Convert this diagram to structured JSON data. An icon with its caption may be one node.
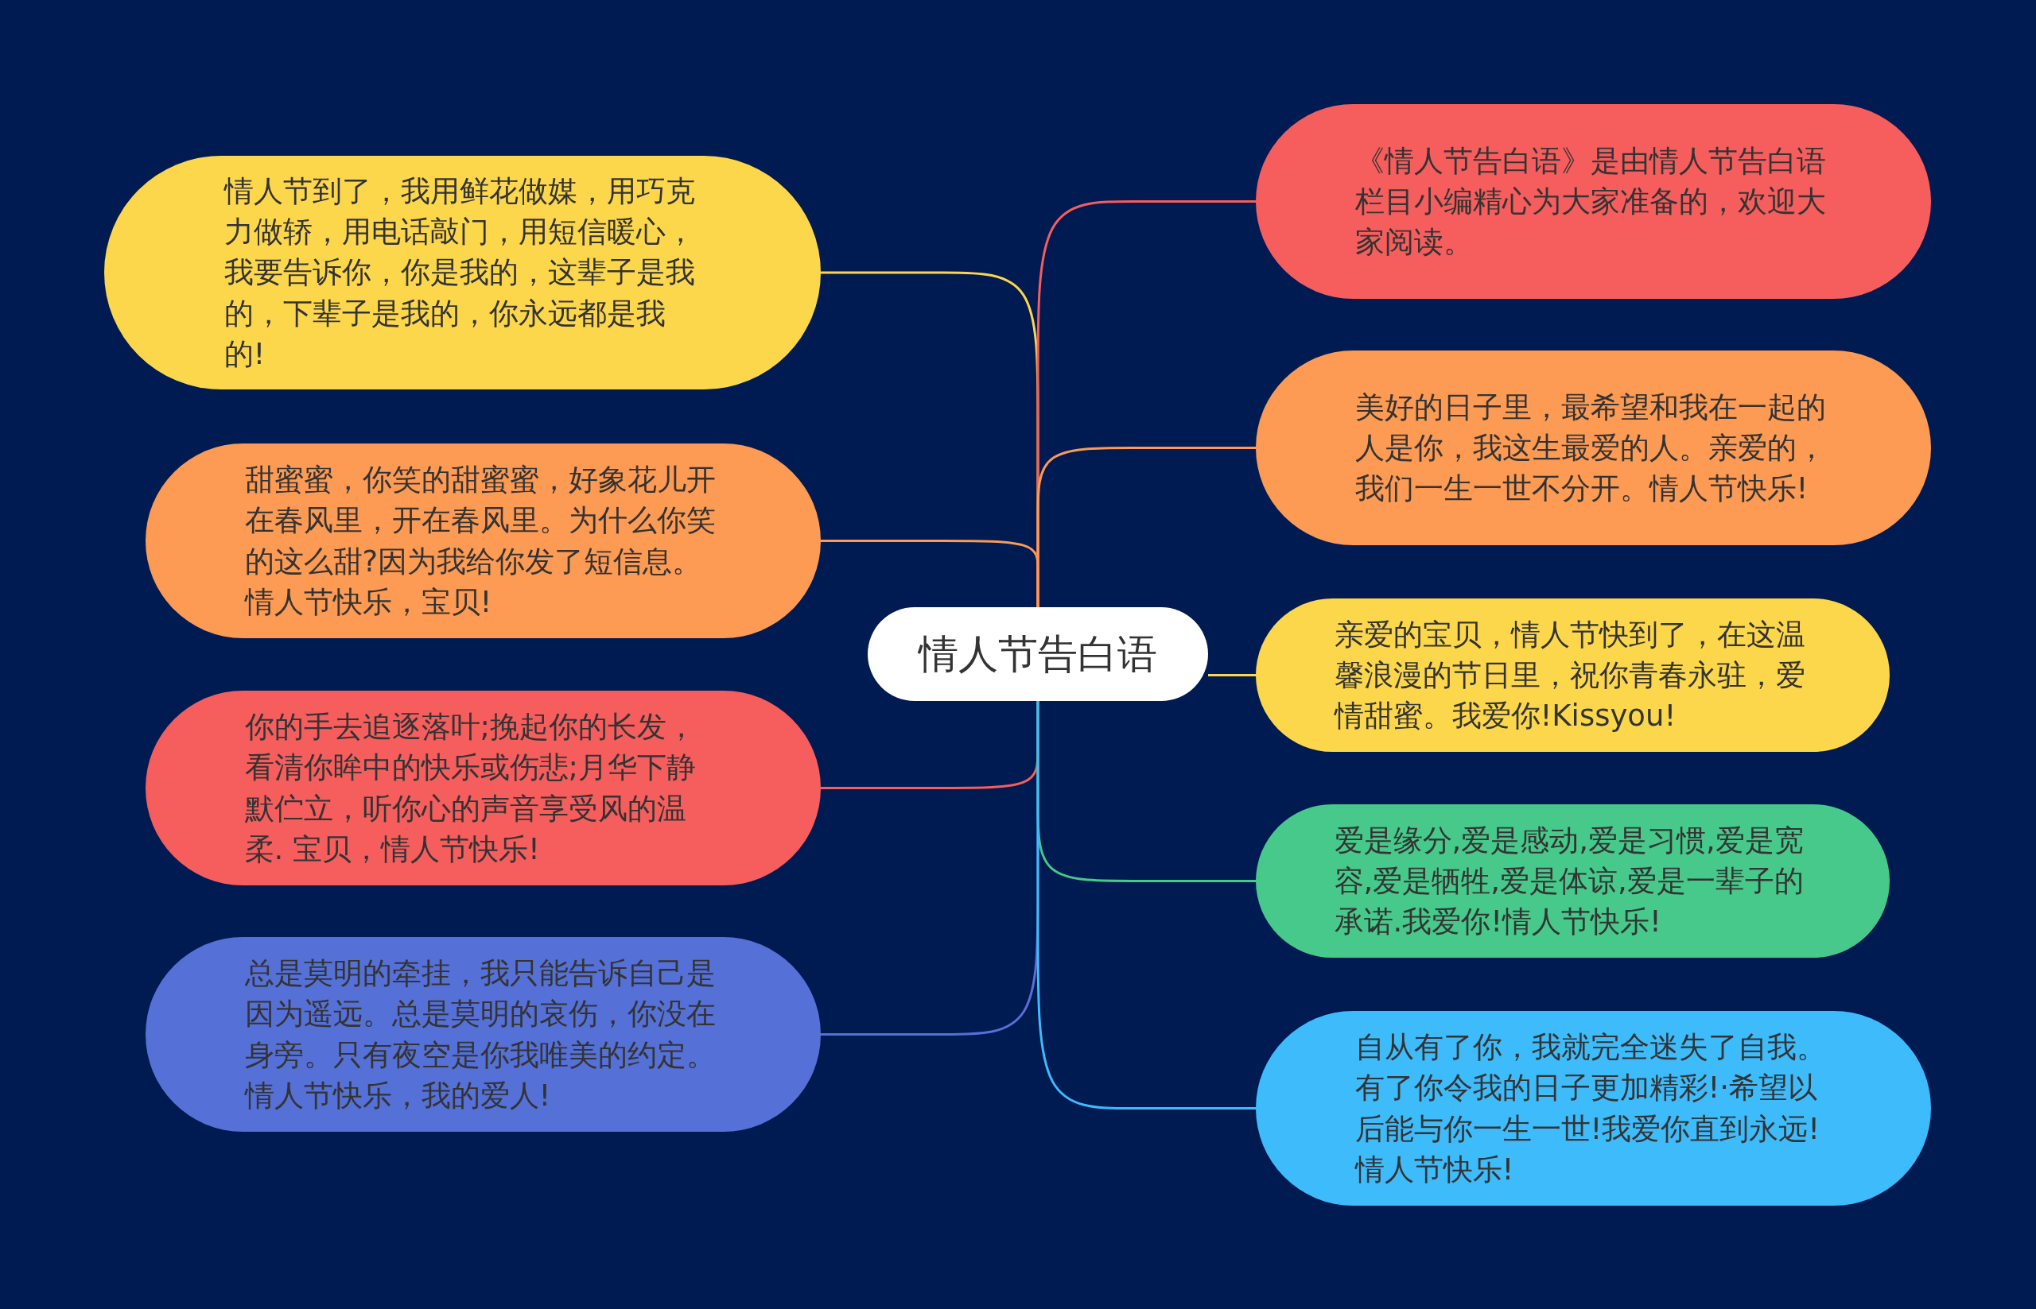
{
  "diagram": {
    "nodes": [
      {
        "text": [
          "情人节告白语"
        ]
      },
      {
        "text": [
          "情人节到了，我用鲜花做媒，用巧克力做轿，用电话敲门，用短信暖心，我要告诉你，你是我的，这辈子是我的，下辈子是我的，你永远都是我的!"
        ]
      },
      {
        "text": [
          "甜蜜蜜，你笑的甜蜜蜜，好象花儿开在春风里，开在春风里。为什么你笑的这么甜?因为我给你发了短信息。情人节快乐，宝贝!"
        ]
      },
      {
        "text": [
          "你的手去追逐落叶;挽起你的长发，看清你眸中的快乐或伤悲;月华下静默伫立，听你心的声音享受风的温柔. 宝贝，情人节快乐!"
        ]
      },
      {
        "text": [
          "总是莫明的牵挂，我只能告诉自己是因为遥远。总是莫明的哀伤，你没在身旁。只有夜空是你我唯美的约定。情人节快乐，我的爱人!"
        ]
      },
      {
        "text": [
          "《情人节告白语》是由情人节告白语栏目小编精心为大家准备的，欢迎大家阅读。"
        ]
      },
      {
        "text": [
          "美好的日子里，最希望和我在一起的人是你，我这生最爱的人。亲爱的，我们一生一世不分开。情人节快乐!"
        ]
      },
      {
        "text": [
          "亲爱的宝贝，情人节快到了，在这温馨浪漫的节日里，祝你青春永驻，爱情甜蜜。我爱你!Kissyou!"
        ]
      },
      {
        "text": [
          "爱是缘分,爱是感动,爱是习惯,爱是宽容,爱是牺牲,爱是体谅,爱是一辈子的承诺.我爱你!情人节快乐!"
        ]
      },
      {
        "text": [
          "自从有了你，我就完全迷失了自我。有了你令我的日子更加精彩!·希望以后能与你一生一世!我爱你直到永远!情人节快乐!"
        ]
      }
    ],
    "edges": [
      {
        "from": 0,
        "to": 1,
        "arrow": "none",
        "color": "#fdd74b"
      },
      {
        "from": 0,
        "to": 2,
        "arrow": "none",
        "color": "#fd9a53"
      },
      {
        "from": 0,
        "to": 3,
        "arrow": "none",
        "color": "#f65d5d"
      },
      {
        "from": 0,
        "to": 4,
        "arrow": "none",
        "color": "#5570d6"
      },
      {
        "from": 0,
        "to": 5,
        "arrow": "none",
        "color": "#f65d5d"
      },
      {
        "from": 0,
        "to": 6,
        "arrow": "none",
        "color": "#fd9a53"
      },
      {
        "from": 0,
        "to": 7,
        "arrow": "none",
        "color": "#fdd74b"
      },
      {
        "from": 0,
        "to": 8,
        "arrow": "none",
        "color": "#46c98a"
      },
      {
        "from": 0,
        "to": 9,
        "arrow": "none",
        "color": "#3dbbfb"
      }
    ]
  }
}
